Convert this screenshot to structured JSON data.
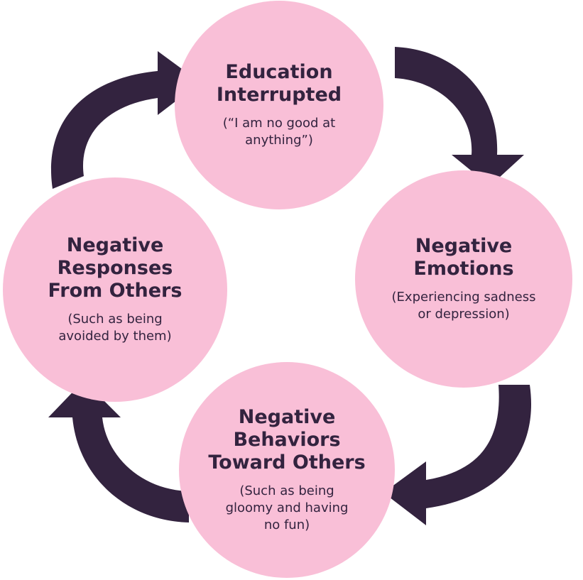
{
  "colors": {
    "circle_fill": "#f9bfd7",
    "arrow_fill": "#33233f",
    "text": "#33233f",
    "background": "#ffffff"
  },
  "nodes": [
    {
      "id": "top",
      "title": "Education\nInterrupted",
      "subtitle": "(“I am no good at\nanything”)"
    },
    {
      "id": "right",
      "title": "Negative\nEmotions",
      "subtitle": "(Experiencing sadness\nor depression)"
    },
    {
      "id": "bottom",
      "title": "Negative\nBehaviors\nToward Others",
      "subtitle": "(Such as being\ngloomy and having\nno fun)"
    },
    {
      "id": "left",
      "title": "Negative\nResponses\nFrom Others",
      "subtitle": "(Such as being\navoided by them)"
    }
  ],
  "arrows": [
    {
      "from": "top",
      "to": "right",
      "icon": "curved-arrow-icon"
    },
    {
      "from": "right",
      "to": "bottom",
      "icon": "curved-arrow-icon"
    },
    {
      "from": "bottom",
      "to": "left",
      "icon": "curved-arrow-icon"
    },
    {
      "from": "left",
      "to": "top",
      "icon": "curved-arrow-icon"
    }
  ]
}
